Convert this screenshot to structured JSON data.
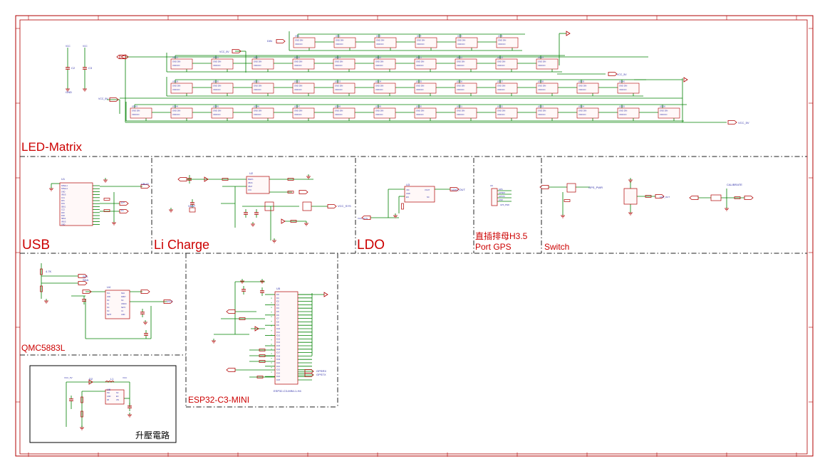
{
  "colors": {
    "frame": "#b00000",
    "wire": "#008000",
    "part": "#b00000",
    "dash": "#222222",
    "label": "#cc0000",
    "netlabel": "#3333aa"
  },
  "regions": {
    "led_matrix": "LED-Matrix",
    "usb": "USB",
    "li_charge": "Li Charge",
    "ldo": "LDO",
    "gps_header": "直插排母H3.5",
    "gps_port": "Port GPS",
    "switch": "Switch",
    "qmc": "QMC5883L",
    "esp32": "ESP32-C3-MINI",
    "boost": "升壓電路"
  },
  "nets": {
    "vcc5v": "VCC_5V",
    "gnd": "GND",
    "vcc": "VCC",
    "vbus": "VBUS",
    "vbat": "VBAT",
    "vcc_sys": "VCC_SYS",
    "ldo_out": "LDO_OUT",
    "scl": "SCL",
    "sda": "SDA",
    "din": "DIN",
    "gps_pwr": "GPS_PWR",
    "gpsrx": "GPSRX",
    "gpstx": "GPSTX",
    "calibrate": "CALIBRATE",
    "dp": "D+",
    "dn": "D-"
  },
  "parts": {
    "c2": "C2",
    "c3": "C3",
    "u1": "U1",
    "u2": "U2",
    "u3": "U3",
    "u4": "U4",
    "u5": "U5",
    "u6": "U6",
    "l1": "L1",
    "d2": "D2",
    "r_47k": "4.7K",
    "esp_caption": "ESP32-C3-MINI-1-H4",
    "led_cell": "GND  DIN\nVDD  DO"
  }
}
